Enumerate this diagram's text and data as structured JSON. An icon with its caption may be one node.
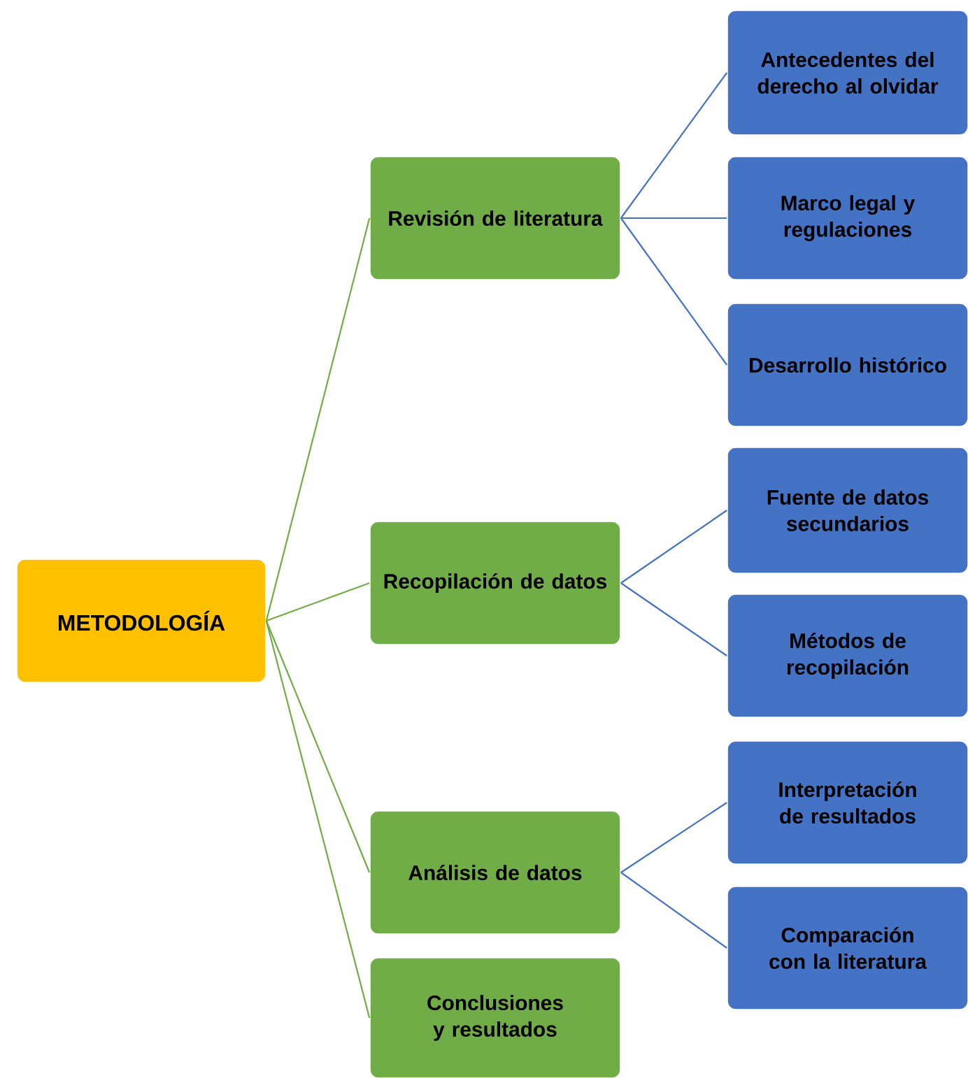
{
  "diagram": {
    "nodes": [
      {
        "text": [
          "METODOLOGÍA"
        ]
      },
      {
        "text": [
          "Revisión de literatura"
        ]
      },
      {
        "text": [
          "Antecedentes del derecho al olvidar"
        ]
      },
      {
        "text": [
          "Marco legal y regulaciones"
        ]
      },
      {
        "text": [
          "Desarrollo histórico"
        ]
      },
      {
        "text": [
          "Recopilación de datos"
        ]
      },
      {
        "text": [
          "Fuente de datos secundarios"
        ]
      },
      {
        "text": [
          "Métodos de recopilación"
        ]
      },
      {
        "text": [
          "Análisis de datos"
        ]
      },
      {
        "text": [
          "Interpretación de resultados"
        ]
      },
      {
        "text": [
          "Comparación con la literatura"
        ]
      },
      {
        "text": [
          "Conclusiones y resultados"
        ]
      }
    ],
    "edges": [
      {
        "from": 0,
        "to": 1,
        "arrow": "none",
        "color": "#70ad47"
      },
      {
        "from": 1,
        "to": 2,
        "arrow": "none"
      },
      {
        "from": 1,
        "to": 3,
        "arrow": "none"
      },
      {
        "from": 1,
        "to": 4,
        "arrow": "none"
      },
      {
        "from": 0,
        "to": 5,
        "arrow": "none",
        "color": "#70ad47"
      },
      {
        "from": 5,
        "to": 6,
        "arrow": "none"
      },
      {
        "from": 5,
        "to": 7,
        "arrow": "none"
      },
      {
        "from": 0,
        "to": 8,
        "arrow": "none",
        "color": "#70ad47"
      },
      {
        "from": 8,
        "to": 9,
        "arrow": "none"
      },
      {
        "from": 8,
        "to": 10,
        "arrow": "none"
      },
      {
        "from": 0,
        "to": 11,
        "arrow": "none",
        "color": "#70ad47"
      }
    ]
  }
}
